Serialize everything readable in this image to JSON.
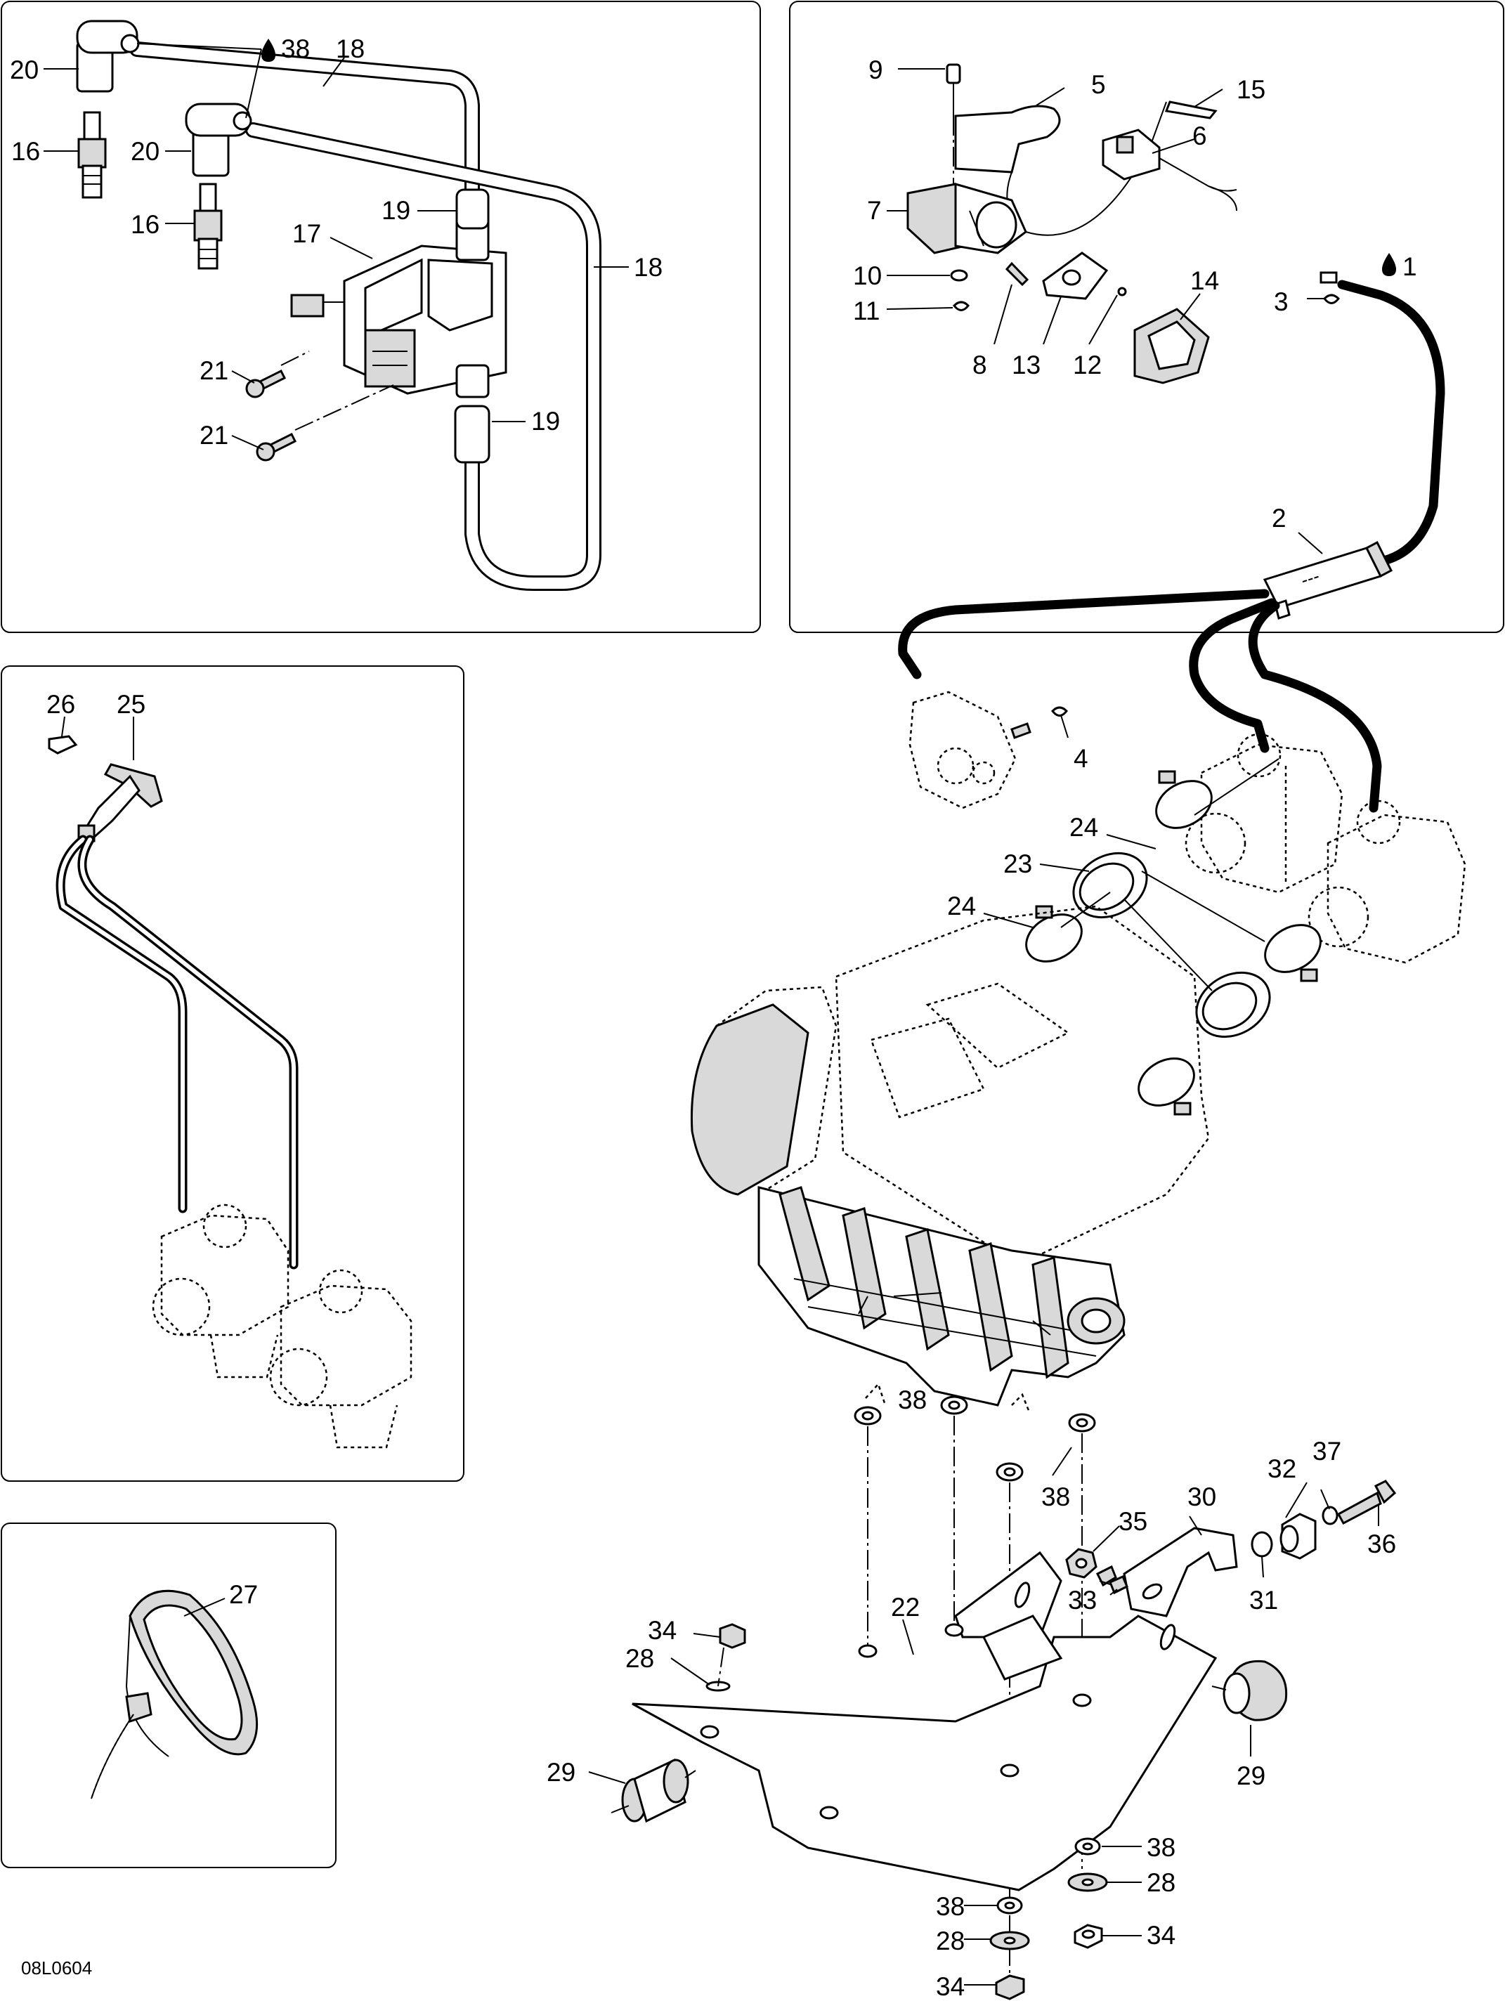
{
  "diagram": {
    "code": "08L0604",
    "panels": {
      "ignition": {
        "callouts": [
          "20",
          "38",
          "18",
          "16",
          "20",
          "19",
          "16",
          "17",
          "18",
          "21",
          "19",
          "21"
        ]
      },
      "oil_pump_cable": {
        "callouts": [
          "9",
          "5",
          "15",
          "6",
          "7",
          "10",
          "1",
          "14",
          "11",
          "3",
          "8",
          "13",
          "12",
          "2"
        ]
      },
      "carb_sensor": {
        "callouts": [
          "26",
          "25"
        ]
      },
      "grip": {
        "callouts": [
          "27"
        ]
      }
    },
    "main_callouts": [
      "4",
      "24",
      "23",
      "24",
      "38",
      "38",
      "32",
      "37",
      "35",
      "30",
      "36",
      "31",
      "33",
      "22",
      "34",
      "28",
      "29",
      "29",
      "38",
      "28",
      "38",
      "34",
      "28",
      "34"
    ]
  }
}
